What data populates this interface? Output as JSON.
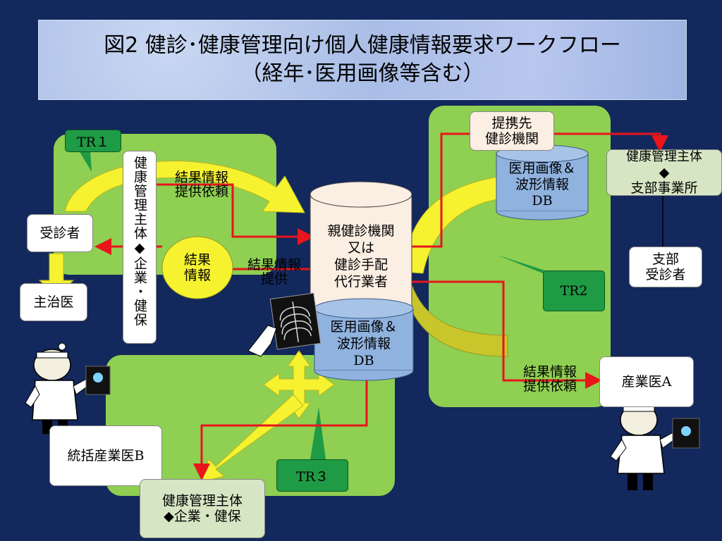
{
  "title": {
    "line1": "図2  健診･健康管理向け個人健康情報要求ワークフロー",
    "line2": "（経年･医用画像等含む）"
  },
  "tr_labels": {
    "tr1": "TR１",
    "tr2": "TR2",
    "tr3": "TR３"
  },
  "boxes": {
    "examinee": "受診者",
    "primary_doctor": "主治医",
    "chief_ind_doctor_b": "統括産業医B",
    "ind_doctor_a": "産業医A",
    "branch_examinee": "支部\n受診者",
    "health_mgmt_corp_vertical": "健康管理主体◆企業・健保",
    "health_mgmt_corp_bottom": "健康管理主体\n◆企業・健保",
    "health_mgmt_branch_line1": "健康管理主体",
    "health_mgmt_branch_line2": "◆",
    "health_mgmt_branch_line3": "支部事業所",
    "partner_facility": "提携先\n健診機関"
  },
  "cylinders": {
    "parent_facility": "親健診機関\n又は\n健診手配\n代行業者",
    "image_db_center": "医用画像＆\n波形情報\nDB",
    "image_db_partner": "医用画像＆\n波形情報\nDB"
  },
  "labels": {
    "result_request_top": "結果情報\n提供依頼",
    "result_provide": "結果情報\n提供",
    "result_request_right": "結果情報\n提供依頼",
    "result_info_circle": "結果\n情報"
  },
  "colors": {
    "background": "#13285c",
    "panel": "#8fcf52",
    "flow_line": "#e8151b",
    "yellow_arrow": "#f6f230",
    "tr_box": "#1f9a45",
    "db": "#8fb2df"
  }
}
